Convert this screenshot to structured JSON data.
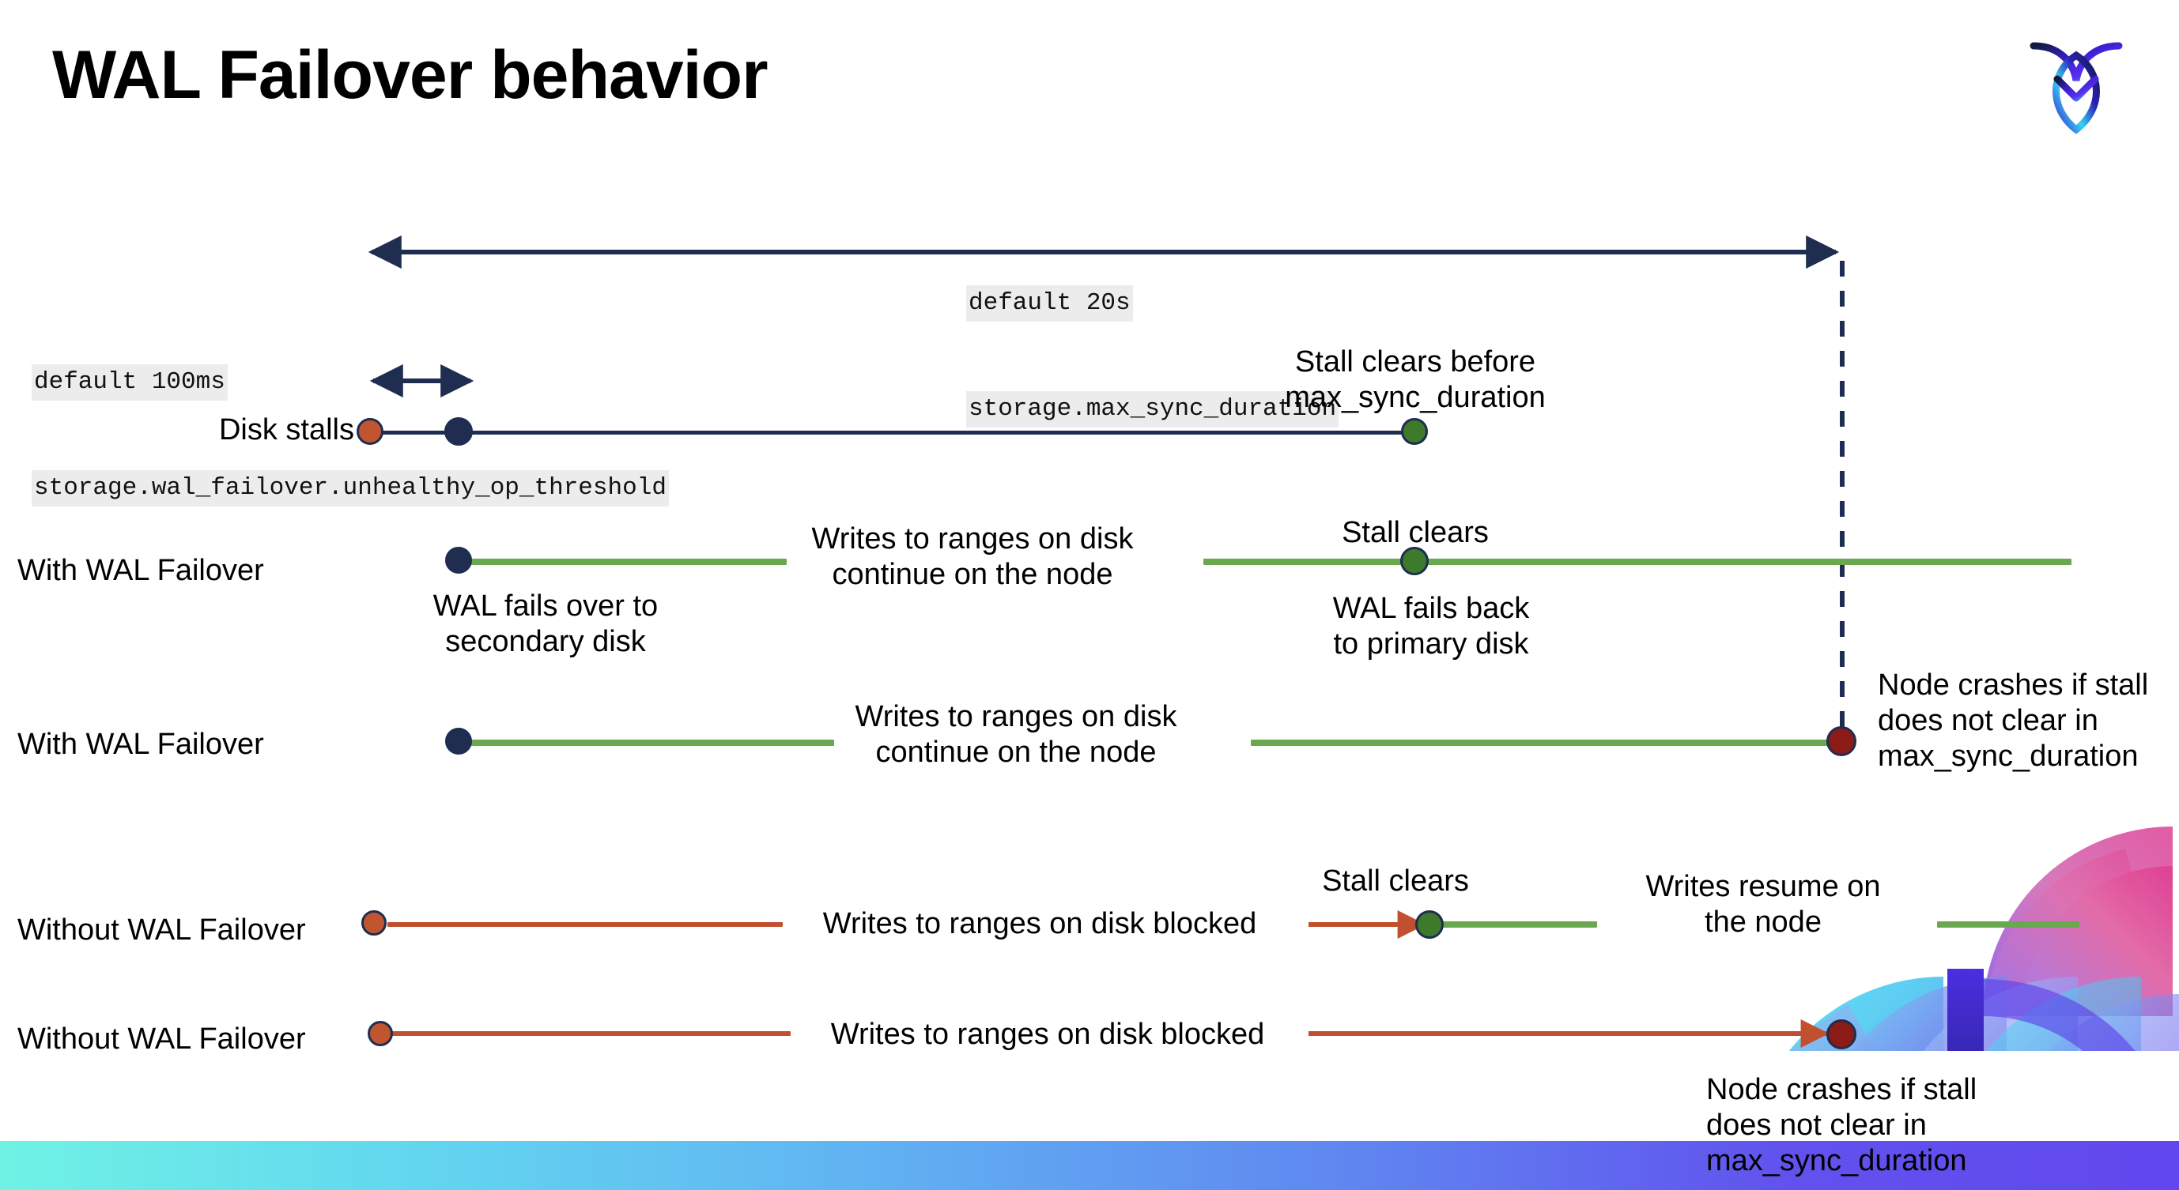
{
  "slide": {
    "title": "WAL Failover behavior",
    "logo_name": "cockroachdb-logo"
  },
  "annotations": {
    "max_sync": {
      "line1": "default 20s",
      "line2": "storage.max_sync_duration"
    },
    "unhealthy_op": {
      "line1": "default 100ms",
      "line2": "storage.wal_failover.unhealthy_op_threshold"
    }
  },
  "rows": [
    {
      "id": "disk-stalls",
      "label": "Disk stalls",
      "above_note": "Stall clears before\nmax_sync_duration"
    },
    {
      "id": "with-wal-failover-clears",
      "label": "With WAL Failover",
      "mid_note": "Writes to ranges on disk\ncontinue on the node",
      "above_note": "Stall clears",
      "below_left_note": "WAL fails over to\nsecondary disk",
      "below_right_note": "WAL fails  back\nto primary disk"
    },
    {
      "id": "with-wal-failover-crash",
      "label": "With WAL Failover",
      "mid_note": "Writes to ranges on disk\ncontinue on the node",
      "right_note": "Node crashes if stall\ndoes not clear in\nmax_sync_duration"
    },
    {
      "id": "without-wal-failover-clears",
      "label": "Without WAL Failover",
      "mid_note": "Writes to ranges on disk  blocked",
      "above_note": "Stall clears",
      "right_note": "Writes resume on\nthe node"
    },
    {
      "id": "without-wal-failover-crash",
      "label": "Without WAL Failover",
      "mid_note": "Writes to ranges on disk  blocked",
      "right_note": "Node crashes if stall\ndoes not clear in\nmax_sync_duration"
    }
  ],
  "colors": {
    "navy": "#1e2d50",
    "green_line": "#6aa84f",
    "green_dot": "#3d7a2b",
    "red_line": "#c0502f",
    "orange_dot": "#c0552f",
    "dark_red_dot": "#8c1a16",
    "code_bg": "#ececec",
    "bar_gradient_start": "#6ff2e4",
    "bar_gradient_end": "#6147ee"
  }
}
